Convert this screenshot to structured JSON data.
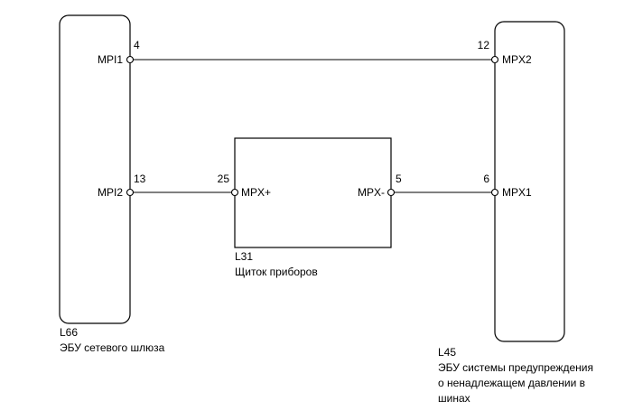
{
  "components": {
    "gateway": {
      "code": "L66",
      "name": "ЭБУ сетевого шлюза"
    },
    "meter": {
      "code": "L31",
      "name": "Щиток приборов"
    },
    "tpms": {
      "code": "L45",
      "name_line1": "ЭБУ системы предупреждения",
      "name_line2": "о ненадлежащем давлении в",
      "name_line3": "шинах"
    }
  },
  "pins": {
    "gateway_mpi1": {
      "signal": "MPI1",
      "number": "4"
    },
    "gateway_mpi2": {
      "signal": "MPI2",
      "number": "13"
    },
    "meter_mpx_plus": {
      "signal": "MPX+",
      "number": "25"
    },
    "meter_mpx_minus": {
      "signal": "MPX-",
      "number": "5"
    },
    "tpms_mpx2": {
      "signal": "MPX2",
      "number": "12"
    },
    "tpms_mpx1": {
      "signal": "MPX1",
      "number": "6"
    }
  }
}
